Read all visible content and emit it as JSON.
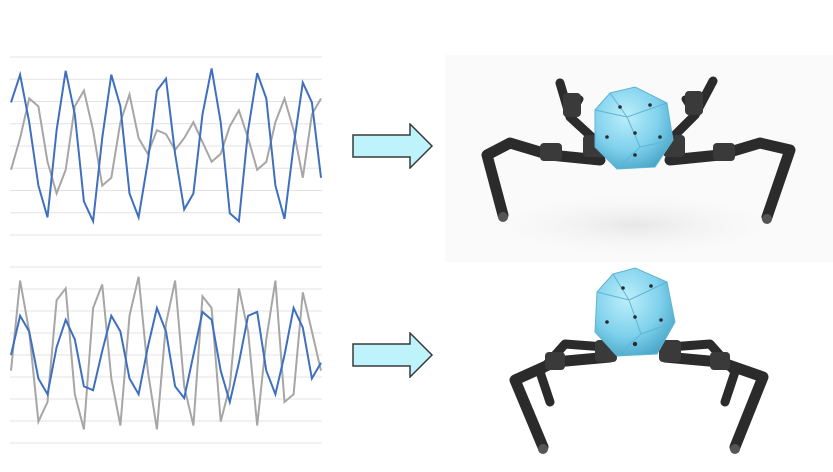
{
  "colors": {
    "series_primary": "#3f6fbf",
    "series_secondary": "#a6a6a6",
    "grid": "#e3e3e3",
    "arrow_fill": "#bff3fb",
    "arrow_stroke": "#3a3a3a",
    "robot_body": "#7fd1ec",
    "robot_legs": "#2b2b2b"
  },
  "icons": [
    "right-arrow-icon",
    "hexapod-robot-icon"
  ],
  "gaits": [
    {
      "name": "",
      "pose": "standing-low",
      "primary": [
        0.55,
        0.9,
        0.3,
        -0.5,
        -0.9,
        0.2,
        0.95,
        0.4,
        -0.7,
        -0.95,
        0.1,
        0.9,
        0.5,
        -0.6,
        -0.9,
        -0.2,
        0.7,
        0.85,
        -0.1,
        -0.8,
        -0.6,
        0.4,
        0.98,
        0.3,
        -0.85,
        -0.95,
        0.2,
        0.92,
        0.6,
        -0.5,
        -0.92,
        0.0,
        0.8,
        0.55,
        -0.4
      ],
      "secondary": [
        -0.3,
        0.1,
        0.6,
        0.5,
        -0.2,
        -0.6,
        -0.3,
        0.5,
        0.7,
        0.2,
        -0.5,
        -0.4,
        0.3,
        0.65,
        0.1,
        -0.1,
        0.2,
        0.15,
        -0.05,
        0.1,
        0.3,
        0.05,
        -0.2,
        -0.1,
        0.25,
        0.45,
        0.1,
        -0.3,
        -0.2,
        0.3,
        0.6,
        0.2,
        -0.4,
        0.4,
        0.6
      ]
    },
    {
      "name": "",
      "pose": "standing-high",
      "primary": [
        0.0,
        0.5,
        0.3,
        -0.3,
        -0.5,
        0.1,
        0.45,
        0.2,
        -0.4,
        -0.45,
        0.05,
        0.5,
        0.3,
        -0.3,
        -0.5,
        0.1,
        0.6,
        0.3,
        -0.4,
        -0.55,
        0.0,
        0.55,
        0.45,
        -0.2,
        -0.6,
        -0.1,
        0.5,
        0.55,
        -0.2,
        -0.5,
        0.0,
        0.6,
        0.35,
        -0.3,
        -0.1
      ],
      "secondary": [
        -0.2,
        0.95,
        0.3,
        -0.85,
        -0.6,
        0.7,
        0.85,
        -0.5,
        -0.95,
        0.6,
        0.9,
        -0.3,
        -0.9,
        0.5,
        1.0,
        -0.2,
        -0.95,
        0.4,
        0.95,
        -0.4,
        -0.9,
        0.75,
        0.6,
        -0.85,
        -0.4,
        0.85,
        0.3,
        -0.9,
        0.2,
        0.95,
        -0.6,
        -0.5,
        0.8,
        0.3,
        -0.2
      ]
    }
  ]
}
